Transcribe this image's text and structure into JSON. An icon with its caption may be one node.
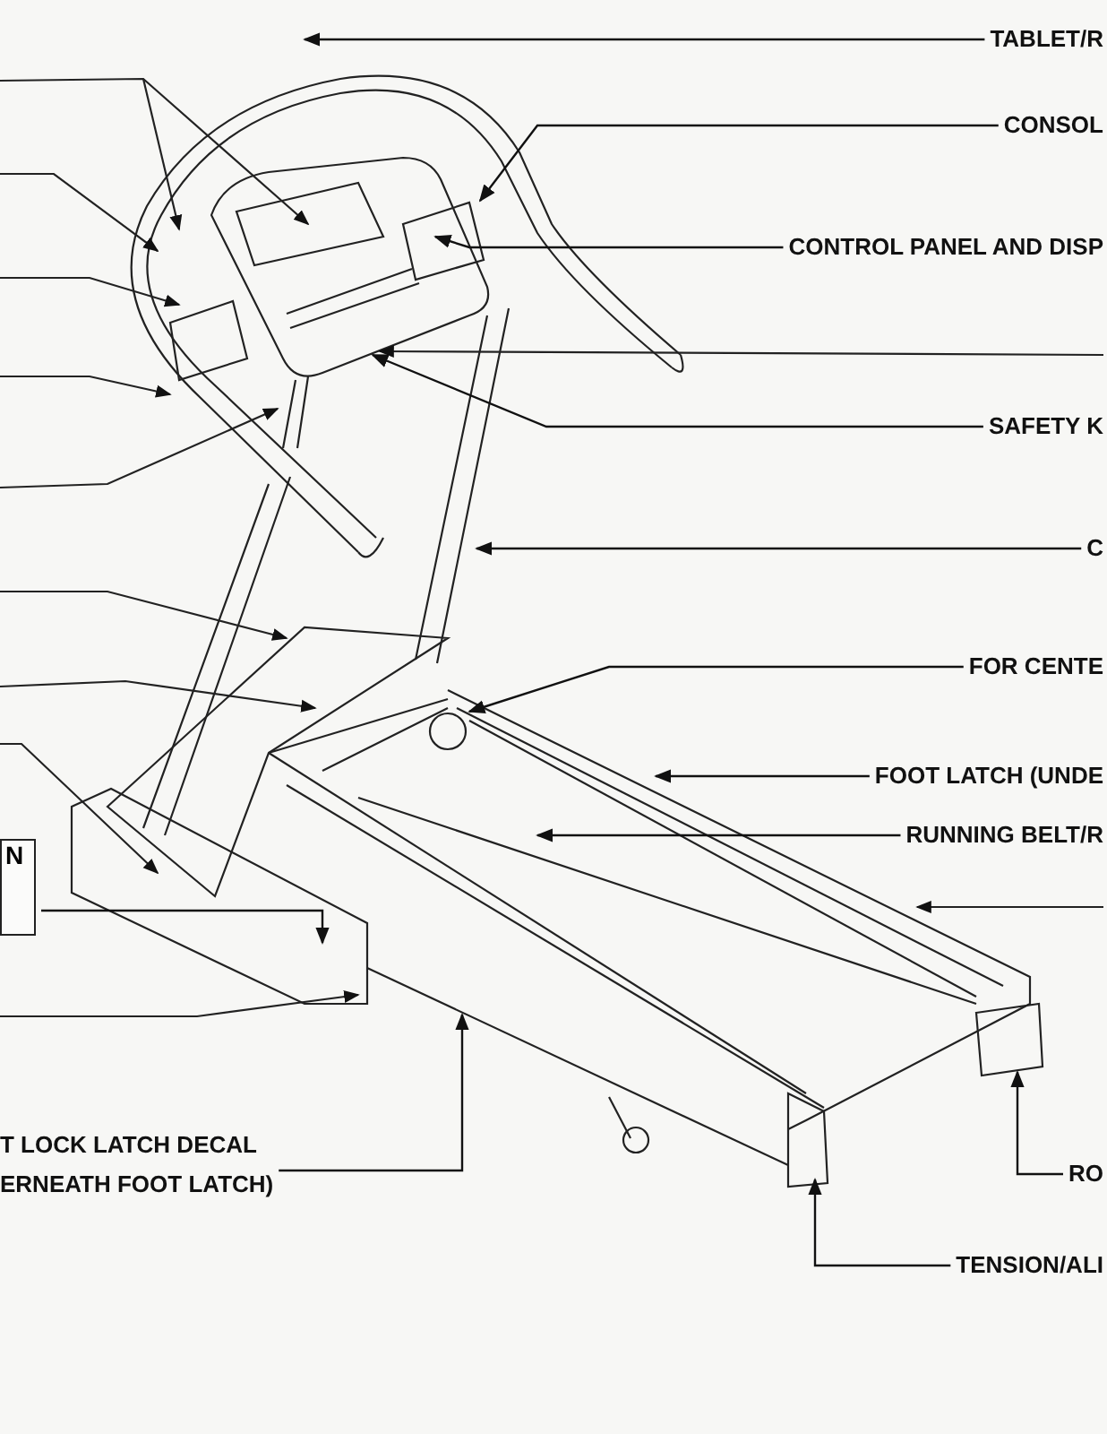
{
  "diagram": {
    "nodes": [
      {
        "text": [
          "TABLET/R"
        ]
      },
      {
        "text": [
          "CONSOL"
        ]
      },
      {
        "text": [
          "CONTROL PANEL AND DISP"
        ]
      },
      {
        "text": [
          "SAFETY K"
        ]
      },
      {
        "text": [
          "C"
        ]
      },
      {
        "text": [
          "FOR CENTE"
        ]
      },
      {
        "text": [
          "FOOT LATCH (UNDE"
        ]
      },
      {
        "text": [
          "RUNNING BELT/R"
        ]
      },
      {
        "text": [
          "N"
        ]
      },
      {
        "text": [
          "T LOCK LATCH DECAL",
          "ERNEATH FOOT LATCH)"
        ]
      },
      {
        "text": [
          "RO"
        ]
      },
      {
        "text": [
          "TENSION/ALI"
        ]
      }
    ],
    "edges": [
      {
        "from": 0,
        "to": null,
        "arrow": "to"
      },
      {
        "from": 1,
        "to": null,
        "arrow": "to"
      },
      {
        "from": 2,
        "to": null,
        "arrow": "to"
      },
      {
        "from": 3,
        "to": null,
        "arrow": "to"
      },
      {
        "from": 4,
        "to": null,
        "arrow": "to"
      },
      {
        "from": 5,
        "to": null,
        "arrow": "to"
      },
      {
        "from": 6,
        "to": null,
        "arrow": "to"
      },
      {
        "from": 7,
        "to": null,
        "arrow": "to"
      },
      {
        "from": 8,
        "to": null,
        "arrow": "to"
      },
      {
        "from": 9,
        "to": null,
        "arrow": "to"
      },
      {
        "from": 10,
        "to": null,
        "arrow": "to"
      },
      {
        "from": 11,
        "to": null,
        "arrow": "to"
      }
    ]
  }
}
